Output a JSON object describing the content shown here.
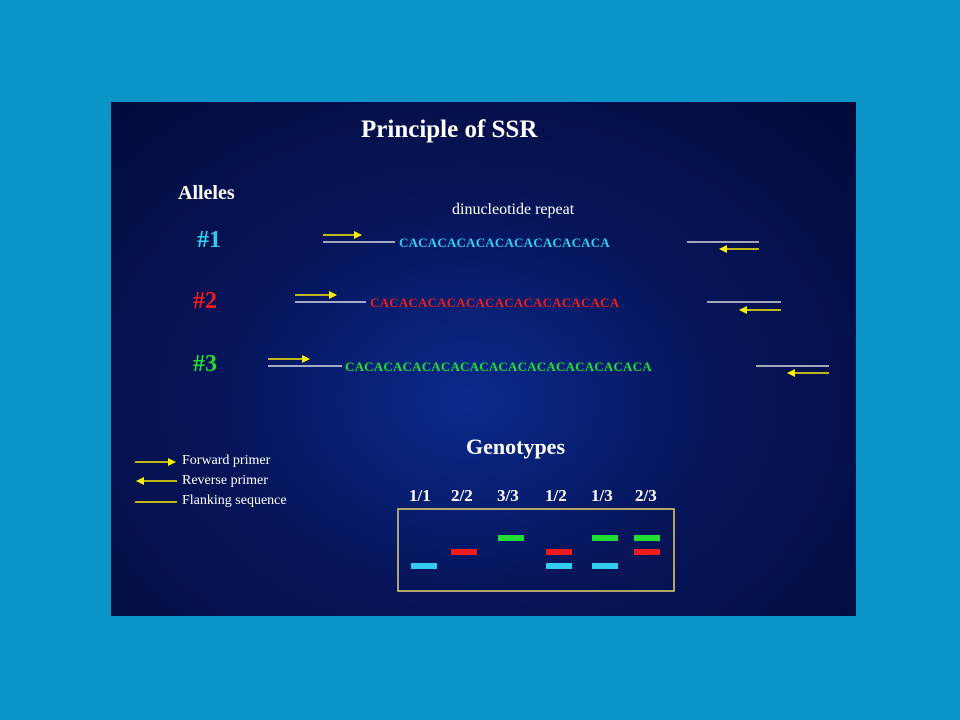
{
  "slide": {
    "title": "Principle of SSR",
    "alleles_heading": "Alleles",
    "repeat_label": "dinucleotide repeat",
    "genotypes_heading": "Genotypes"
  },
  "colors": {
    "background": "#0a94c8",
    "allele_1": "#33ccf0",
    "allele_2": "#ee1c1c",
    "allele_3": "#22dd33",
    "primer": "#ffee00",
    "flank": "#ffffff"
  },
  "alleles": [
    {
      "label": "#1",
      "sequence": "CACACACACACACACACACACA",
      "color": "#33ccf0"
    },
    {
      "label": "#2",
      "sequence": "CACACACACACACACACACACACACA",
      "color": "#ee1c1c"
    },
    {
      "label": "#3",
      "sequence": "CACACACACACACACACACACACACACACACA",
      "color": "#22dd33"
    }
  ],
  "legend": [
    {
      "icon": "forward-arrow",
      "label": "Forward primer"
    },
    {
      "icon": "reverse-arrow",
      "label": "Reverse primer"
    },
    {
      "icon": "flank-line",
      "label": "Flanking sequence"
    }
  ],
  "gel": {
    "lanes": [
      {
        "label": "1/1",
        "bands": [
          1
        ]
      },
      {
        "label": "2/2",
        "bands": [
          2
        ]
      },
      {
        "label": "3/3",
        "bands": [
          3
        ]
      },
      {
        "label": "1/2",
        "bands": [
          2,
          1
        ]
      },
      {
        "label": "1/3",
        "bands": [
          3,
          1
        ]
      },
      {
        "label": "2/3",
        "bands": [
          3,
          2
        ]
      }
    ]
  }
}
